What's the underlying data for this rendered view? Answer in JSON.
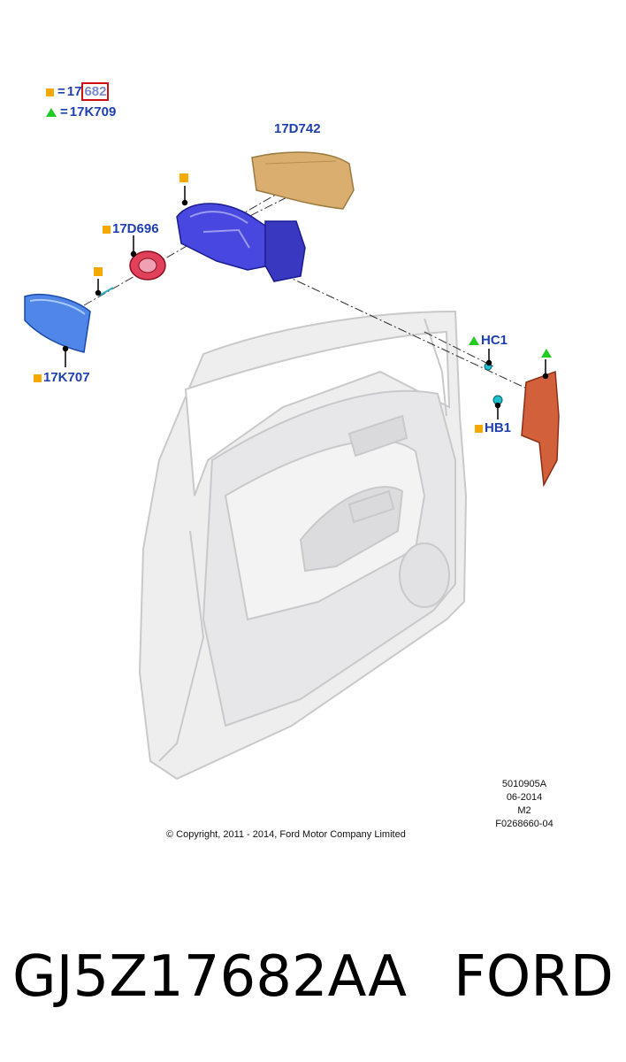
{
  "legend": {
    "square_part_prefix": "17",
    "square_part_highlight": "682",
    "triangle_part": "17K709"
  },
  "callouts": {
    "cover": "17D742",
    "motor": "17D696",
    "glass": "17K707",
    "hc1": "HC1",
    "hb1": "HB1"
  },
  "meta": {
    "line1": "5010905A",
    "line2": "06-2014",
    "line3": "M2",
    "line4": "F0268660-04"
  },
  "copyright": "© Copyright, 2011 - 2014, Ford Motor Company Limited",
  "part_number": "GJ5Z17682AA",
  "brand": "FORD",
  "colors": {
    "label_blue": "#1e3fb0",
    "square_orange": "#f5a800",
    "triangle_green": "#22cc22",
    "highlight_red": "#d01010"
  }
}
